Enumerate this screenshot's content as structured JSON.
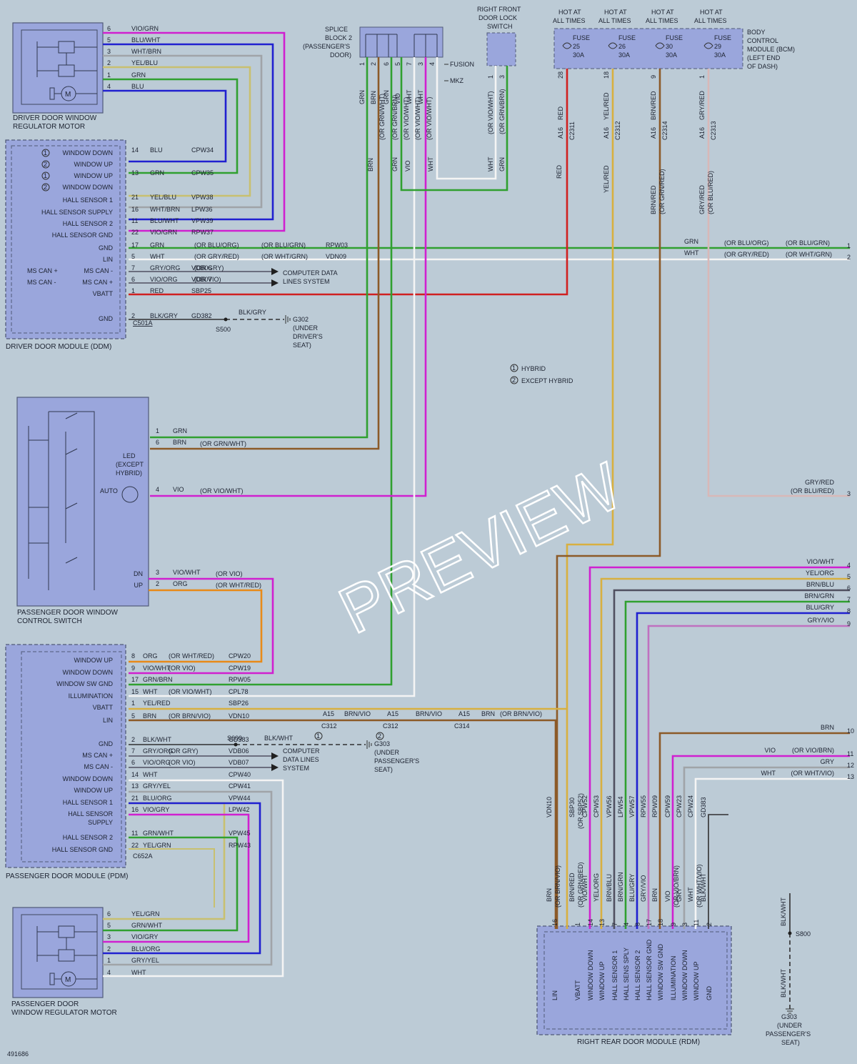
{
  "diagram_id": "491686",
  "watermark": "PREVIEW",
  "legend": {
    "hybrid": "HYBRID",
    "except_hybrid": "EXCEPT HYBRID",
    "n1": "1",
    "n2": "2"
  },
  "modules": {
    "ddwrm": "DRIVER DOOR WINDOW REGULATOR MOTOR",
    "ddm": "DRIVER DOOR MODULE (DDM)",
    "pdwcs": "PASSENGER DOOR WINDOW CONTROL SWITCH",
    "pdm": "PASSENGER DOOR MODULE (PDM)",
    "pdwrm": "PASSENGER DOOR WINDOW REGULATOR MOTOR",
    "rdm": "RIGHT REAR DOOR MODULE (RDM)",
    "splice": "SPLICE BLOCK 2 (PASSENGER'S DOOR)",
    "rfdls": "RIGHT FRONT DOOR LOCK SWITCH",
    "bcm": "BODY CONTROL MODULE (BCM) (LEFT END OF DASH)"
  },
  "splice_tags": {
    "fusion": "FUSION",
    "mkz": "MKZ"
  },
  "fuses": [
    {
      "hot": "HOT AT ALL TIMES",
      "name": "FUSE",
      "num": "25",
      "amp": "30A",
      "pin": "28",
      "wire": "RED",
      "wire2": "",
      "conn": "C2311"
    },
    {
      "hot": "HOT AT ALL TIMES",
      "name": "FUSE",
      "num": "26",
      "amp": "30A",
      "pin": "18",
      "wire": "YEL/RED",
      "wire2": "",
      "conn": "C2312"
    },
    {
      "hot": "HOT AT ALL TIMES",
      "name": "FUSE",
      "num": "30",
      "amp": "30A",
      "pin": "9",
      "wire": "BRN/RED",
      "wire2": "(OR GRN/RED)",
      "conn": "C2314"
    },
    {
      "hot": "HOT AT ALL TIMES",
      "name": "FUSE",
      "num": "29",
      "amp": "30A",
      "pin": "1",
      "wire": "GRY/RED",
      "wire2": "(OR BLU/RED)",
      "conn": "C2313"
    }
  ],
  "inline_a16": "A16",
  "ddm_pins": [
    {
      "circled": "1",
      "label": "WINDOW DOWN",
      "pin": "14",
      "wire": "BLU",
      "alt": "",
      "circuit": "CPW34"
    },
    {
      "circled": "2",
      "label": "WINDOW UP",
      "pin": "",
      "wire": "",
      "alt": "",
      "circuit": ""
    },
    {
      "circled": "1",
      "label": "WINDOW UP",
      "pin": "13",
      "wire": "GRN",
      "alt": "",
      "circuit": "CPW35"
    },
    {
      "circled": "2",
      "label": "WINDOW DOWN",
      "pin": "",
      "wire": "",
      "alt": "",
      "circuit": ""
    },
    {
      "circled": "",
      "label": "HALL SENSOR 1",
      "pin": "21",
      "wire": "YEL/BLU",
      "alt": "",
      "circuit": "VPW38"
    },
    {
      "circled": "",
      "label": "HALL SENSOR SUPPLY",
      "pin": "16",
      "wire": "WHT/BRN",
      "alt": "",
      "circuit": "LPW36"
    },
    {
      "circled": "",
      "label": "HALL SENSOR 2",
      "pin": "11",
      "wire": "BLU/WHT",
      "alt": "",
      "circuit": "VPW39"
    },
    {
      "circled": "",
      "label": "HALL SENSOR GND",
      "pin": "22",
      "wire": "VIO/GRN",
      "alt": "",
      "circuit": "RPW37"
    },
    {
      "circled": "",
      "label": "GND",
      "pin": "17",
      "wire": "GRN",
      "alt": "(OR BLU/ORG)",
      "alt2": "(OR BLU/GRN)",
      "circuit": "RPW03"
    },
    {
      "circled": "",
      "label": "LIN",
      "pin": "5",
      "wire": "WHT",
      "alt": "(OR GRY/RED)",
      "alt2": "(OR WHT/GRN)",
      "circuit": "VDN09"
    },
    {
      "circled": "",
      "label": "MS CAN -",
      "left": "MS CAN +",
      "pin": "7",
      "wire": "GRY/ORG",
      "alt": "(OR GRY)",
      "circuit": "VDB06"
    },
    {
      "circled": "",
      "label": "MS CAN +",
      "left": "MS CAN -",
      "pin": "6",
      "wire": "VIO/ORG",
      "alt": "(OR VIO)",
      "circuit": "VDB07"
    },
    {
      "circled": "",
      "label": "VBATT",
      "pin": "1",
      "wire": "RED",
      "alt": "",
      "circuit": "SBP25"
    },
    {
      "circled": "",
      "label": "GND",
      "pin": "2",
      "wire": "BLK/GRY",
      "alt": "",
      "circuit": "GD382"
    }
  ],
  "ddm_conn": "C501A",
  "computer_data_lines": "COMPUTER DATA LINES SYSTEM",
  "ground_ddm": {
    "splice": "S500",
    "wire": "BLK/GRY",
    "g": "G302",
    "loc": "(UNDER DRIVER'S SEAT)"
  },
  "ddwrm_pins": [
    {
      "pin": "6",
      "wire": "VIO/GRN"
    },
    {
      "pin": "5",
      "wire": "BLU/WHT"
    },
    {
      "pin": "3",
      "wire": "WHT/BRN"
    },
    {
      "pin": "2",
      "wire": "YEL/BLU"
    },
    {
      "pin": "1",
      "wire": "GRN"
    },
    {
      "pin": "4",
      "wire": "BLU"
    }
  ],
  "splice_pins": [
    {
      "pin": "1",
      "wire": "GRN",
      "alt": ""
    },
    {
      "pin": "2",
      "wire": "BRN",
      "alt": "(OR GRN/WHT)"
    },
    {
      "pin": "6",
      "wire": "GRN",
      "alt": "(OR GRN/BRN)"
    },
    {
      "pin": "5",
      "wire": "VIO",
      "alt": "(OR VIO/WHT)"
    },
    {
      "pin": "7",
      "wire": "WHT",
      "alt": "(OR VIO/WHT)"
    },
    {
      "pin": "3",
      "wire": "WHT",
      "alt": "(OR VIO/WHT)"
    },
    {
      "pin": "4",
      "wire": "",
      "alt": ""
    }
  ],
  "splice_sub": [
    "BRN",
    "GRN",
    "VIO",
    "WHT"
  ],
  "rfdls_pins": [
    {
      "pin": "1",
      "wire": "(OR VIO/WHT)",
      "sub": "WHT"
    },
    {
      "pin": "3",
      "wire": "(OR GRN/BRN)",
      "sub": "GRN"
    }
  ],
  "pdwcs_pins": [
    {
      "pin": "1",
      "wire": "GRN",
      "alt": ""
    },
    {
      "pin": "6",
      "wire": "BRN",
      "alt": "(OR GRN/WHT)"
    },
    {
      "pin": "4",
      "wire": "VIO",
      "alt": "(OR VIO/WHT)"
    },
    {
      "pin": "3",
      "label": "DN",
      "wire": "VIO/WHT",
      "alt": "(OR VIO)"
    },
    {
      "pin": "2",
      "label": "UP",
      "wire": "ORG",
      "alt": "(OR WHT/RED)"
    }
  ],
  "led_label": "LED (EXCEPT HYBRID)",
  "auto_label": "AUTO",
  "pdm_pins": [
    {
      "label": "WINDOW UP",
      "pin": "8",
      "wire": "ORG",
      "alt": "(OR WHT/RED)",
      "circuit": "CPW20"
    },
    {
      "label": "WINDOW DOWN",
      "pin": "9",
      "wire": "VIO/WHT",
      "alt": "(OR VIO)",
      "circuit": "CPW19"
    },
    {
      "label": "WINDOW SW GND",
      "pin": "17",
      "wire": "GRN/BRN",
      "alt": "",
      "circuit": "RPW05"
    },
    {
      "label": "ILLUMINATION",
      "pin": "15",
      "wire": "WHT",
      "alt": "(OR VIO/WHT)",
      "circuit": "CPL78"
    },
    {
      "label": "VBATT",
      "pin": "1",
      "wire": "YEL/RED",
      "alt": "",
      "circuit": "SBP26"
    },
    {
      "label": "LIN",
      "pin": "5",
      "wire": "BRN",
      "alt": "(OR BRN/VIO)",
      "circuit": "VDN10"
    },
    {
      "label": "GND",
      "pin": "2",
      "wire": "BLK/WHT",
      "alt": "",
      "circuit": "GD383"
    },
    {
      "label": "MS CAN +",
      "pin": "7",
      "wire": "GRY/ORG",
      "alt": "(OR GRY)",
      "circuit": "VDB06"
    },
    {
      "label": "MS CAN -",
      "pin": "6",
      "wire": "VIO/ORG",
      "alt": "(OR VIO)",
      "circuit": "VDB07"
    },
    {
      "label": "WINDOW DOWN",
      "pin": "14",
      "wire": "WHT",
      "alt": "",
      "circuit": "CPW40"
    },
    {
      "label": "WINDOW UP",
      "pin": "13",
      "wire": "GRY/YEL",
      "alt": "",
      "circuit": "CPW41"
    },
    {
      "label": "HALL SENSOR 1",
      "pin": "21",
      "wire": "BLU/ORG",
      "alt": "",
      "circuit": "VPW44"
    },
    {
      "label": "HALL SENSOR SUPPLY",
      "pin": "16",
      "wire": "VIO/GRY",
      "alt": "",
      "circuit": "LPW42"
    },
    {
      "label": "HALL SENSOR 2",
      "pin": "11",
      "wire": "GRN/WHT",
      "alt": "",
      "circuit": "VPW45"
    },
    {
      "label": "HALL SENSOR GND",
      "pin": "22",
      "wire": "YEL/GRN",
      "alt": "",
      "circuit": "RPW43"
    }
  ],
  "pdm_conn": "C652A",
  "lin_inline": [
    {
      "a": "A15",
      "wire": "BRN/VIO",
      "conn": "C312",
      "circ": "1"
    },
    {
      "a": "A15",
      "wire": "BRN/VIO",
      "conn": "C312",
      "circ": "2"
    },
    {
      "a": "A15",
      "wire": "BRN",
      "alt": "(OR BRN/VIO)",
      "conn": "C314",
      "circ": ""
    }
  ],
  "ground_pdm": {
    "splice": "S600",
    "wire": "BLK/WHT",
    "g": "G303",
    "loc": "(UNDER PASSENGER'S SEAT)"
  },
  "pdwrm_pins": [
    {
      "pin": "6",
      "wire": "YEL/GRN"
    },
    {
      "pin": "5",
      "wire": "GRN/WHT"
    },
    {
      "pin": "3",
      "wire": "VIO/GRY"
    },
    {
      "pin": "2",
      "wire": "BLU/ORG"
    },
    {
      "pin": "1",
      "wire": "GRY/YEL"
    },
    {
      "pin": "4",
      "wire": "WHT"
    }
  ],
  "edge_refs": [
    {
      "ref": "1",
      "wire": "GRN",
      "alt": "(OR BLU/ORG)",
      "alt2": "(OR BLU/GRN)"
    },
    {
      "ref": "2",
      "wire": "WHT",
      "alt": "(OR GRY/RED)",
      "alt2": "(OR WHT/GRN)"
    },
    {
      "ref": "3",
      "wire": "GRY/RED",
      "alt": "(OR BLU/RED)"
    },
    {
      "ref": "4",
      "wire": "VIO/WHT"
    },
    {
      "ref": "5",
      "wire": "YEL/ORG"
    },
    {
      "ref": "6",
      "wire": "BRN/BLU"
    },
    {
      "ref": "7",
      "wire": "BRN/GRN"
    },
    {
      "ref": "8",
      "wire": "BLU/GRY"
    },
    {
      "ref": "9",
      "wire": "GRY/VIO"
    },
    {
      "ref": "10",
      "wire": "BRN"
    },
    {
      "ref": "11",
      "wire": "VIO",
      "alt": "(OR VIO/BRN)"
    },
    {
      "ref": "12",
      "wire": "GRY"
    },
    {
      "ref": "13",
      "wire": "WHT",
      "alt": "(OR WHT/VIO)"
    }
  ],
  "rdm_pins": [
    {
      "pin": "16",
      "label": "LIN",
      "wire": "BRN",
      "alt": "(OR BRN/VIO)",
      "circuit": "VDN10"
    },
    {
      "pin": "1",
      "label": "VBATT",
      "wire": "BRN/RED",
      "alt": "(OR GRN/RED)",
      "circuit": "SBP30",
      "c2": "(OR SBP52)"
    },
    {
      "pin": "14",
      "label": "WINDOW DOWN",
      "wire": "VIO/WHT",
      "alt": "",
      "circuit": "CPW52"
    },
    {
      "pin": "13",
      "label": "WINDOW UP",
      "wire": "YEL/ORG",
      "alt": "",
      "circuit": "CPW53"
    },
    {
      "pin": "7",
      "label": "HALL SENSOR 1",
      "wire": "BRN/BLU",
      "alt": "",
      "circuit": "VPW56"
    },
    {
      "pin": "4",
      "label": "HALL SENS SPLY",
      "wire": "BRN/GRN",
      "alt": "",
      "circuit": "LPW54"
    },
    {
      "pin": "8",
      "label": "HALL SENSOR 2",
      "wire": "BLU/GRY",
      "alt": "",
      "circuit": "VPW57"
    },
    {
      "pin": "17",
      "label": "HALL SENSOR GND",
      "wire": "GRY/VIO",
      "alt": "",
      "circuit": "RPW55"
    },
    {
      "pin": "18",
      "label": "WINDOW SW GND",
      "wire": "BRN",
      "alt": "",
      "circuit": "RPW09"
    },
    {
      "pin": "9",
      "label": "ILLUMINATION",
      "wire": "VIO",
      "alt": "(OR VIO/BRN)",
      "circuit": "CPW59"
    },
    {
      "pin": "3",
      "label": "WINDOW DOWN",
      "wire": "GRY",
      "alt": "",
      "circuit": "CPW23"
    },
    {
      "pin": "11",
      "label": "WINDOW UP",
      "wire": "WHT",
      "alt": "(OR WHT/VIO)",
      "circuit": "CPW24"
    },
    {
      "pin": "2",
      "label": "GND",
      "wire": "BLK/WHT",
      "alt": "",
      "circuit": "GD383"
    }
  ],
  "rdm_ground": {
    "wire": "BLK/WHT",
    "splice": "S800",
    "g": "G303",
    "loc": "(UNDER PASSENGER'S SEAT)"
  },
  "colors": {
    "background": "#bccbd6",
    "module_fill": "#9aa6dc",
    "module_border": "#505a78",
    "red": "#d02020",
    "blue": "#2020d0",
    "green": "#30a030",
    "magenta": "#d020d0",
    "orange": "#e88a18",
    "brown": "#8c5a28",
    "olive": "#c8c070",
    "gray": "#a0a4a8",
    "yellow_tan": "#d8b040",
    "dark": "#303030",
    "white_wire": "#f4f4f4"
  }
}
